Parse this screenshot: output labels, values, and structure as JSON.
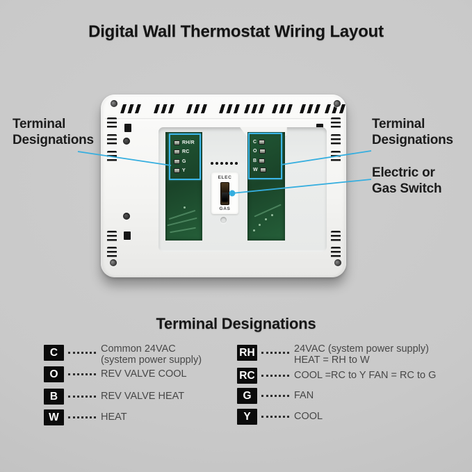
{
  "title": "Digital Wall Thermostat Wiring Layout",
  "annotations": {
    "left_terminal": {
      "line1": "Terminal",
      "line2": "Designations"
    },
    "right_terminal": {
      "line1": "Terminal",
      "line2": "Designations"
    },
    "switch": {
      "line1": "Electric or",
      "line2": "Gas Switch"
    }
  },
  "thermostat": {
    "left_terminals": [
      "RH/R",
      "RC",
      "G",
      "Y"
    ],
    "right_terminals": [
      "C",
      "O",
      "B",
      "W"
    ],
    "switch_top": "ELEC",
    "switch_bottom": "GAS"
  },
  "legend": {
    "heading": "Terminal Designations",
    "left": [
      {
        "key": "C",
        "line1": "Common 24VAC",
        "line2": "(system power supply)"
      },
      {
        "key": "O",
        "line1": "REV VALVE COOL",
        "line2": ""
      },
      {
        "key": "B",
        "line1": "REV VALVE HEAT",
        "line2": ""
      },
      {
        "key": "W",
        "line1": "HEAT",
        "line2": ""
      }
    ],
    "right": [
      {
        "key": "RH",
        "line1": "24VAC (system power supply)",
        "line2": "HEAT = RH to W"
      },
      {
        "key": "RC",
        "line1": "COOL =RC to Y FAN = RC to G",
        "line2": ""
      },
      {
        "key": "G",
        "line1": "FAN",
        "line2": ""
      },
      {
        "key": "Y",
        "line1": "COOL",
        "line2": ""
      }
    ]
  },
  "colors": {
    "accent_blue": "#3CB6E8",
    "pcb_green": "#1D4F31",
    "background_gray": "#C9C9C9"
  }
}
